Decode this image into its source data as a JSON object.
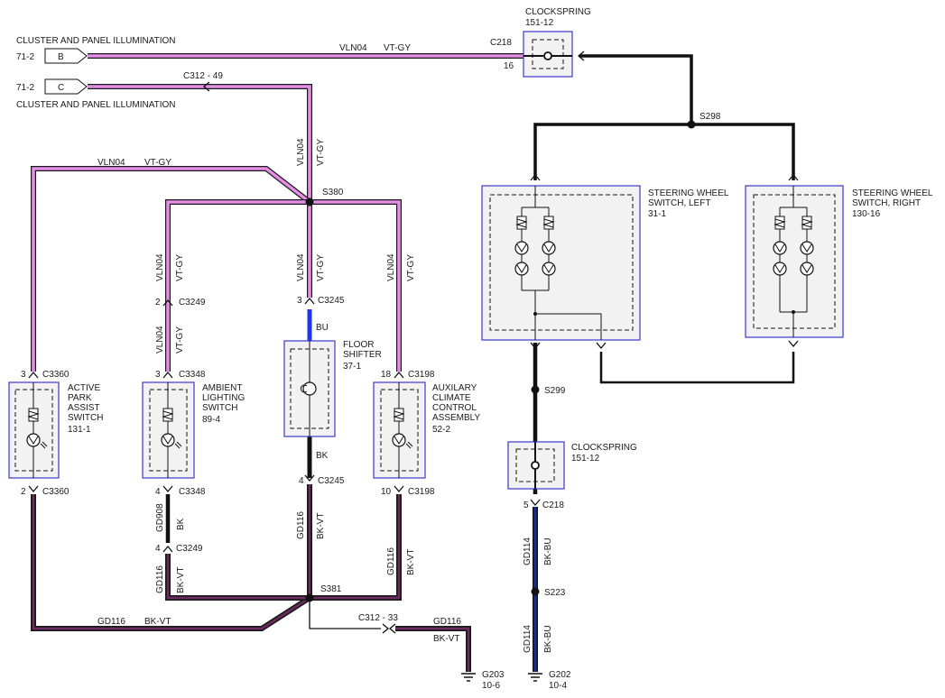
{
  "labels": {
    "cluster_b": "CLUSTER AND PANEL ILLUMINATION",
    "cluster_c": "CLUSTER AND PANEL ILLUMINATION",
    "ref_71_2_b": "71-2",
    "ref_71_2_c": "71-2",
    "tab_b": "B",
    "tab_c": "C",
    "clockspring_top_title": "CLOCKSPRING",
    "clockspring_top_ref": "151-12",
    "c218_top": "C218",
    "pin_16": "16",
    "wire_vln04_top": "VLN04",
    "wire_vtgy_top": "VT-GY",
    "c312_49": "C312 - 49",
    "s298": "S298",
    "s380": "S380",
    "wire_vln04_left": "VLN04",
    "wire_vtgy_left": "VT-GY",
    "wire_vln04_vert_main": "VLN04",
    "wire_vtgy_vert_main": "VT-GY",
    "wire_vln04_ambient": "VLN04",
    "wire_vtgy_ambient": "VT-GY",
    "pin_2_c3249": "2",
    "c3249_top": "C3249",
    "wire_vln04_ambient2": "VLN04",
    "wire_vtgy_ambient2": "VT-GY",
    "wire_vln04_floor": "VLN04",
    "wire_vtgy_floor": "VT-GY",
    "pin_3_c3245": "3",
    "c3245_top": "C3245",
    "wire_bu": "BU",
    "wire_vln04_aux": "VLN04",
    "wire_vtgy_aux": "VT-GY",
    "pin_3_c3360": "3",
    "c3360_top": "C3360",
    "pin_3_c3348": "3",
    "c3348_top": "C3348",
    "pin_18_c3198": "18",
    "c3198_top": "C3198",
    "aps_l1": "ACTIVE",
    "aps_l2": "PARK",
    "aps_l3": "ASSIST",
    "aps_l4": "SWITCH",
    "aps_ref": "131-1",
    "als_l1": "AMBIENT",
    "als_l2": "LIGHTING",
    "als_l3": "SWITCH",
    "als_ref": "89-4",
    "fs_l1": "FLOOR",
    "fs_l2": "SHIFTER",
    "fs_ref": "37-1",
    "acc_l1": "AUXILARY",
    "acc_l2": "CLIMATE",
    "acc_l3": "CONTROL",
    "acc_l4": "ASSEMBLY",
    "acc_ref": "52-2",
    "wire_bk_floor": "BK",
    "pin_2_c3360": "2",
    "c3360_bot": "C3360",
    "pin_4_c3348": "4",
    "c3348_bot": "C3348",
    "pin_4_c3245": "4",
    "c3245_bot": "C3245",
    "pin_10_c3198": "10",
    "c3198_bot": "C3198",
    "wire_gd908": "GD908",
    "wire_bk_ambient": "BK",
    "pin_4_c3249": "4",
    "c3249_bot": "C3249",
    "wire_gd116_ambient": "GD116",
    "wire_bkvt_ambient": "BK-VT",
    "wire_gd116_floor": "GD116",
    "wire_bkvt_floor": "BK-VT",
    "wire_gd116_aux": "GD116",
    "wire_bkvt_aux": "BK-VT",
    "s381": "S381",
    "wire_gd116_bottom": "GD116",
    "wire_bkvt_bottom": "BK-VT",
    "c312_33": "C312 - 33",
    "wire_gd116_g203": "GD116",
    "wire_bkvt_g203": "BK-VT",
    "g203": "G203",
    "g203_ref": "10-6",
    "swl_l1": "STEERING WHEEL",
    "swl_l2": "SWITCH, LEFT",
    "swl_ref": "31-1",
    "swr_l1": "STEERING WHEEL",
    "swr_l2": "SWITCH, RIGHT",
    "swr_ref": "130-16",
    "s299": "S299",
    "clockspring_bot_title": "CLOCKSPRING",
    "clockspring_bot_ref": "151-12",
    "pin_5": "5",
    "c218_bot": "C218",
    "wire_gd114_a": "GD114",
    "wire_bkbu_a": "BK-BU",
    "s223": "S223",
    "wire_gd114_b": "GD114",
    "wire_bkbu_b": "BK-BU",
    "g202": "G202",
    "g202_ref": "10-4"
  },
  "colors": {
    "vt_gy": "#e58ee5",
    "bk_vt": "#6e2c62",
    "bu": "#2233ee",
    "bk_bu": "#1c2a9a",
    "component_border": "#3a3ad0",
    "component_fill": "#f2f2f2"
  }
}
